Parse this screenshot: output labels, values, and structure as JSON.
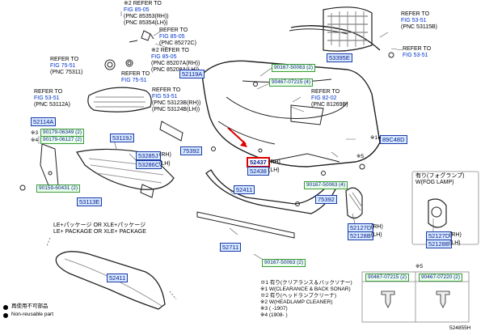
{
  "refs": {
    "r1": {
      "prefix": "※2 REFER TO",
      "fig": "FIG 85-05",
      "pnc1": "(PNC 85353(RH))",
      "pnc2": "(PNC 85354(LH))"
    },
    "r2": {
      "prefix": "REFER TO",
      "fig": "FIG 85-05",
      "pnc1": "(PNC 85272C)"
    },
    "r3": {
      "prefix": "※2 REFER TO",
      "fig": "FIG 85-05",
      "pnc1": "(PNC 85207A(RH))",
      "pnc2": "(PNC 85208A(LH))"
    },
    "r4": {
      "prefix": "REFER TO",
      "fig": "FIG 53-51",
      "pnc1": "(PNC 53115B)"
    },
    "r5": {
      "prefix": "REFER TO",
      "fig": "FIG 53-51",
      "pnc1": ""
    },
    "r6": {
      "prefix": "REFER TO",
      "fig": "FIG 75-51",
      "pnc1": "(PNC 75311)"
    },
    "r7": {
      "prefix": "REFER TO",
      "fig": "FIG 75-51",
      "pnc1": ""
    },
    "r8": {
      "prefix": "REFER TO",
      "fig": "FIG 53-51",
      "pnc1": "(PNC 53112A)"
    },
    "r9": {
      "prefix": "REFER TO",
      "fig": "FIG 53-51",
      "pnc1": "(PNC 53123B(RH))",
      "pnc2": "(PNC 53124B(LH))"
    },
    "r10": {
      "prefix": "REFER TO",
      "fig": "FIG 82-02",
      "pnc1": "(PNC 81269B)"
    }
  },
  "parts": {
    "p53395E": "53395E",
    "p52119A": "52119A",
    "p52114A": "52114A",
    "p53119J": "53119J",
    "p53285J": "53285J",
    "p53286C": "53286C",
    "p75392a": "75392",
    "p52437": "52437",
    "p52438": "52438",
    "p89C48D": "89C48D",
    "p52411a": "52411",
    "p75392b": "75392",
    "p53113E": "53113E",
    "p52711": "52711",
    "p52127D": "52127D",
    "p52128B": "52128B",
    "p52127Db": "52127D",
    "p52128Bb": "52128B",
    "p52411b": "52411"
  },
  "clips": {
    "c1": "90167-50063",
    "c1q": "(2)",
    "c2": "90467-07215",
    "c2q": "(4)",
    "c3": "90179-06349",
    "c3q": "(2)",
    "c4": "90179-06127",
    "c4q": "(2)",
    "c5": "90159-60431",
    "c5q": "(2)",
    "c6": "90167-50063",
    "c6q": "(4)",
    "c7": "90167-50063",
    "c7q": "(2)",
    "c8": "90467-07215",
    "c8q": "(2)",
    "c9": "90467-07220",
    "c9q": "(2)"
  },
  "suffix": {
    "rh": "(RH)",
    "lh": "(LH)"
  },
  "marks": {
    "m3": "※3",
    "m4": "※4",
    "m5": "※5",
    "m1": "※1",
    "bullet": "●"
  },
  "fog": {
    "l1": "有り(フォグランプ)",
    "l2": "W(FOG LAMP)"
  },
  "le": {
    "l1": "LE+パッケージ OR XLE+パッケージ",
    "l2": "LE+ PACKAGE OR XLE+ PACKAGE"
  },
  "notes": {
    "n1": "※1 有り(クリアランス＆バックソナー)",
    "n1b": "※1 W(CLEARANCE & BACK SONAR)",
    "n2": "※2 有り(ヘッドランプクリーナ)",
    "n2b": "※2 W(HEADLAMP CLEANER)",
    "n3": "※3  (        -1907)",
    "n4": "※4 (1908-        )"
  },
  "legend": {
    "l1": "再使用不可部品",
    "l2": "Non-reusable part"
  },
  "ref_box_label": "※5",
  "figure_id": "524855H",
  "colors": {
    "blue_fill": "#d6e8ff",
    "blue_border": "#1a3aa8",
    "green_fill": "#eaffea",
    "green_border": "#3b9a3b",
    "highlight": "#e00000"
  }
}
